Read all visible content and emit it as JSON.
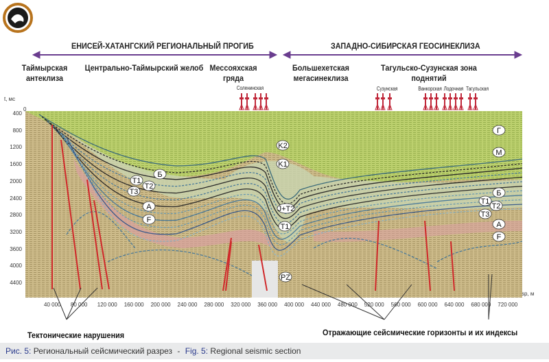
{
  "regions": {
    "left_title": "ЕНИСЕЙ-ХАТАНГСКИЙ РЕГИОНАЛЬНЫЙ ПРОГИБ",
    "right_title": "ЗАПАДНО-СИБИРСКАЯ ГЕОСИНЕКЛИЗА"
  },
  "structures": [
    "Таймырская антеклиза",
    "Центрально-Таймырский желоб",
    "Мессояхская гряда",
    "Большехетская мегасинеклиза",
    "Тагульско-Сузунская зона поднятий"
  ],
  "wells": [
    "Соленинская",
    "Сузунская",
    "Ванкорская",
    "Лодочная",
    "Тагульская"
  ],
  "axes": {
    "y_label": "t, мс",
    "y_zero": "0",
    "y_ticks": [
      "400",
      "800",
      "1200",
      "1600",
      "2000",
      "2400",
      "2800",
      "3200",
      "3600",
      "4000",
      "4400"
    ],
    "x_label": "sp, м",
    "x_ticks": [
      "40 000",
      "80 000",
      "120 000",
      "160 000",
      "200 000",
      "240 000",
      "280 000",
      "320 000",
      "360 000",
      "400 000",
      "440 000",
      "480 000",
      "520 000",
      "560 000",
      "600 000",
      "640 000",
      "680 000",
      "720 000"
    ]
  },
  "horizons": {
    "left": [
      "Б",
      "T1",
      "T2",
      "T3",
      "A",
      "F"
    ],
    "center": [
      "K2",
      "K1",
      "J+T2",
      "T1",
      "PZ"
    ],
    "right": [
      "Г",
      "М",
      "Б",
      "T1",
      "T2",
      "T3",
      "A",
      "F"
    ]
  },
  "annotations": {
    "faults": "Тектонические нарушения",
    "horizons": "Отражающие сейсмические горизонты и их индексы"
  },
  "caption": {
    "ru_label": "Рис. 5:",
    "ru_text": "Региональный сейсмический разрез",
    "sep": "-",
    "en_label": "Fig. 5:",
    "en_text": "Regional seismic section"
  },
  "colors": {
    "arrow": "#6a3d8f",
    "fault": "#d0282a",
    "caption_label": "#2a3a8c"
  }
}
